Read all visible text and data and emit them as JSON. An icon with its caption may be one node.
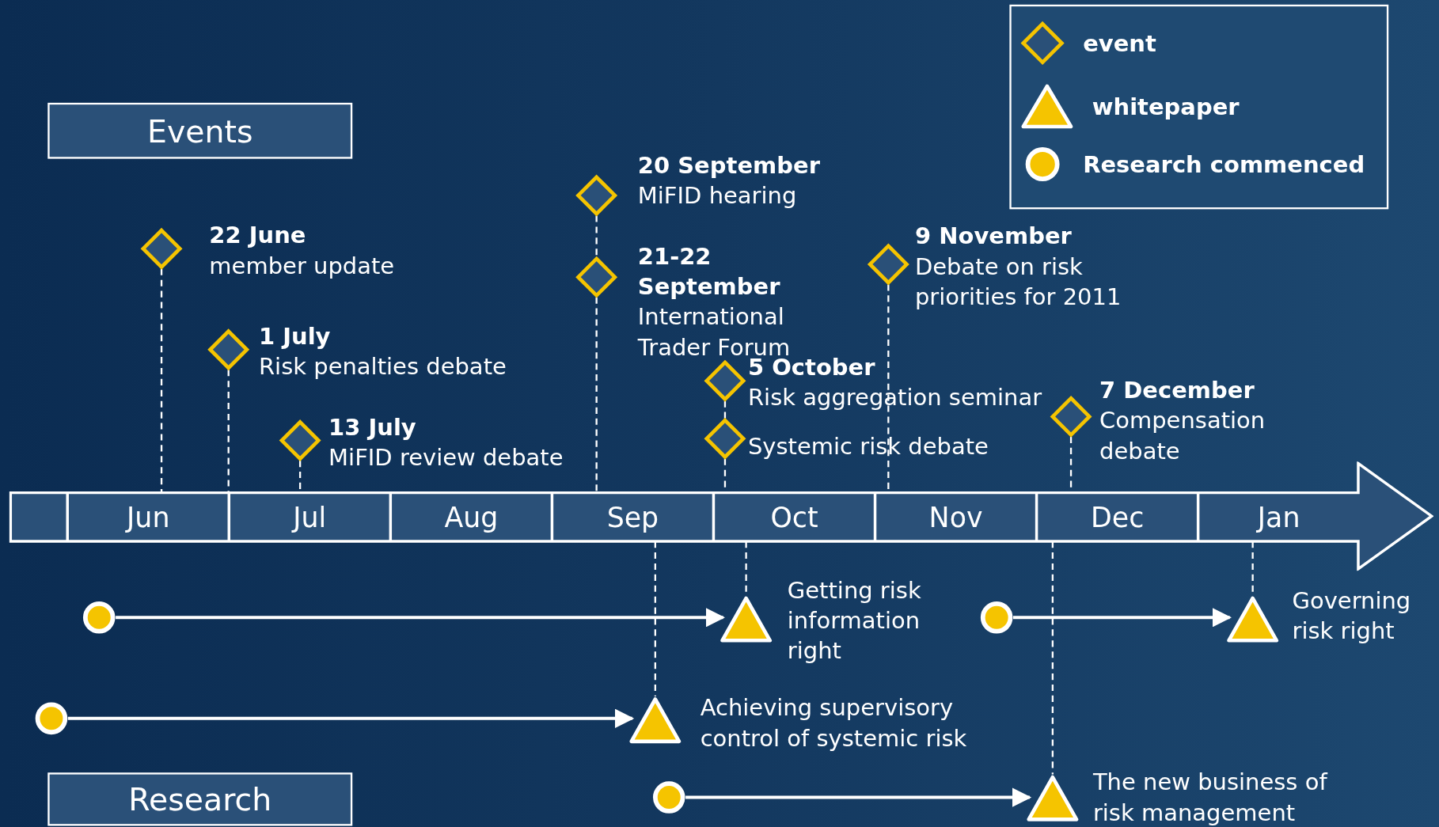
{
  "diagram": {
    "nodes": [
      {
        "text": [
          "Events"
        ]
      },
      {
        "text": [],
        "shape": "diamond",
        "beside": [
          "22 June",
          "member update"
        ]
      },
      {
        "text": [],
        "shape": "diamond",
        "beside": [
          "1 July",
          "Risk penalties debate"
        ]
      },
      {
        "text": [],
        "shape": "diamond",
        "beside": [
          "13 July",
          "MiFID review debate"
        ]
      },
      {
        "text": [],
        "shape": "diamond",
        "beside": [
          "20 September",
          "MiFID hearing"
        ]
      },
      {
        "text": [],
        "shape": "diamond",
        "beside": [
          "21-22 September",
          "International Trader Forum"
        ]
      },
      {
        "text": [],
        "shape": "diamond",
        "beside": [
          "5 October",
          "Risk aggregation seminar"
        ]
      },
      {
        "text": [],
        "shape": "diamond",
        "beside": [
          "Systemic risk debate"
        ]
      },
      {
        "text": [],
        "shape": "diamond",
        "beside": [
          "9 November",
          "Debate on risk priorities for 2011"
        ]
      },
      {
        "text": [],
        "shape": "diamond",
        "beside": [
          "7 December",
          "Compensation debate"
        ]
      },
      {
        "text": [],
        "shape": "arrow"
      },
      {
        "text": [
          "Jun"
        ],
        "in": 10
      },
      {
        "text": [
          "Jul"
        ],
        "in": 10
      },
      {
        "text": [
          "Aug"
        ],
        "in": 10
      },
      {
        "text": [
          "Sep"
        ],
        "in": 10
      },
      {
        "text": [
          "Oct"
        ],
        "in": 10
      },
      {
        "text": [
          "Nov"
        ],
        "in": 10
      },
      {
        "text": [
          "Dec"
        ],
        "in": 10
      },
      {
        "text": [
          "Jan"
        ],
        "in": 10
      },
      {
        "text": [
          "Research"
        ]
      },
      {
        "text": [],
        "shape": "circle"
      },
      {
        "text": [],
        "shape": "triangle",
        "beside": [
          "Getting risk information right"
        ]
      },
      {
        "text": [],
        "shape": "circle"
      },
      {
        "text": [],
        "shape": "triangle",
        "beside": [
          "Governing risk right"
        ]
      },
      {
        "text": [],
        "shape": "circle"
      },
      {
        "text": [],
        "shape": "triangle",
        "beside": [
          "Achieving supervisory control of systemic risk"
        ]
      },
      {
        "text": [],
        "shape": "circle"
      },
      {
        "text": [],
        "shape": "triangle",
        "beside": [
          "The new business of risk management"
        ]
      }
    ],
    "edges": [
      {
        "from": 1,
        "to": 11,
        "arrow": "none",
        "style": "dashed"
      },
      {
        "from": 2,
        "to": 12,
        "arrow": "none",
        "style": "dashed"
      },
      {
        "from": 3,
        "to": 12,
        "arrow": "none",
        "style": "dashed"
      },
      {
        "from": 4,
        "to": 5,
        "arrow": "none",
        "style": "dashed"
      },
      {
        "from": 5,
        "to": 14,
        "arrow": "none",
        "style": "dashed"
      },
      {
        "from": 6,
        "to": 7,
        "arrow": "none",
        "style": "dashed"
      },
      {
        "from": 7,
        "to": 15,
        "arrow": "none",
        "style": "dashed"
      },
      {
        "from": 8,
        "to": 16,
        "arrow": "none",
        "style": "dashed"
      },
      {
        "from": 9,
        "to": 17,
        "arrow": "none",
        "style": "dashed"
      },
      {
        "from": 20,
        "to": 21,
        "arrow": "to"
      },
      {
        "from": 22,
        "to": 23,
        "arrow": "to"
      },
      {
        "from": 24,
        "to": 25,
        "arrow": "to"
      },
      {
        "from": 26,
        "to": 27,
        "arrow": "to"
      },
      {
        "from": 15,
        "to": 21,
        "arrow": "none",
        "style": "dashed"
      },
      {
        "from": 18,
        "to": 23,
        "arrow": "none",
        "style": "dashed"
      },
      {
        "from": 14,
        "to": 25,
        "arrow": "none",
        "style": "dashed"
      },
      {
        "from": 17,
        "to": 27,
        "arrow": "none",
        "style": "dashed"
      }
    ],
    "legend": [
      {
        "text": "event"
      },
      {
        "text": "whitepaper"
      },
      {
        "text": "Research commenced"
      }
    ]
  }
}
